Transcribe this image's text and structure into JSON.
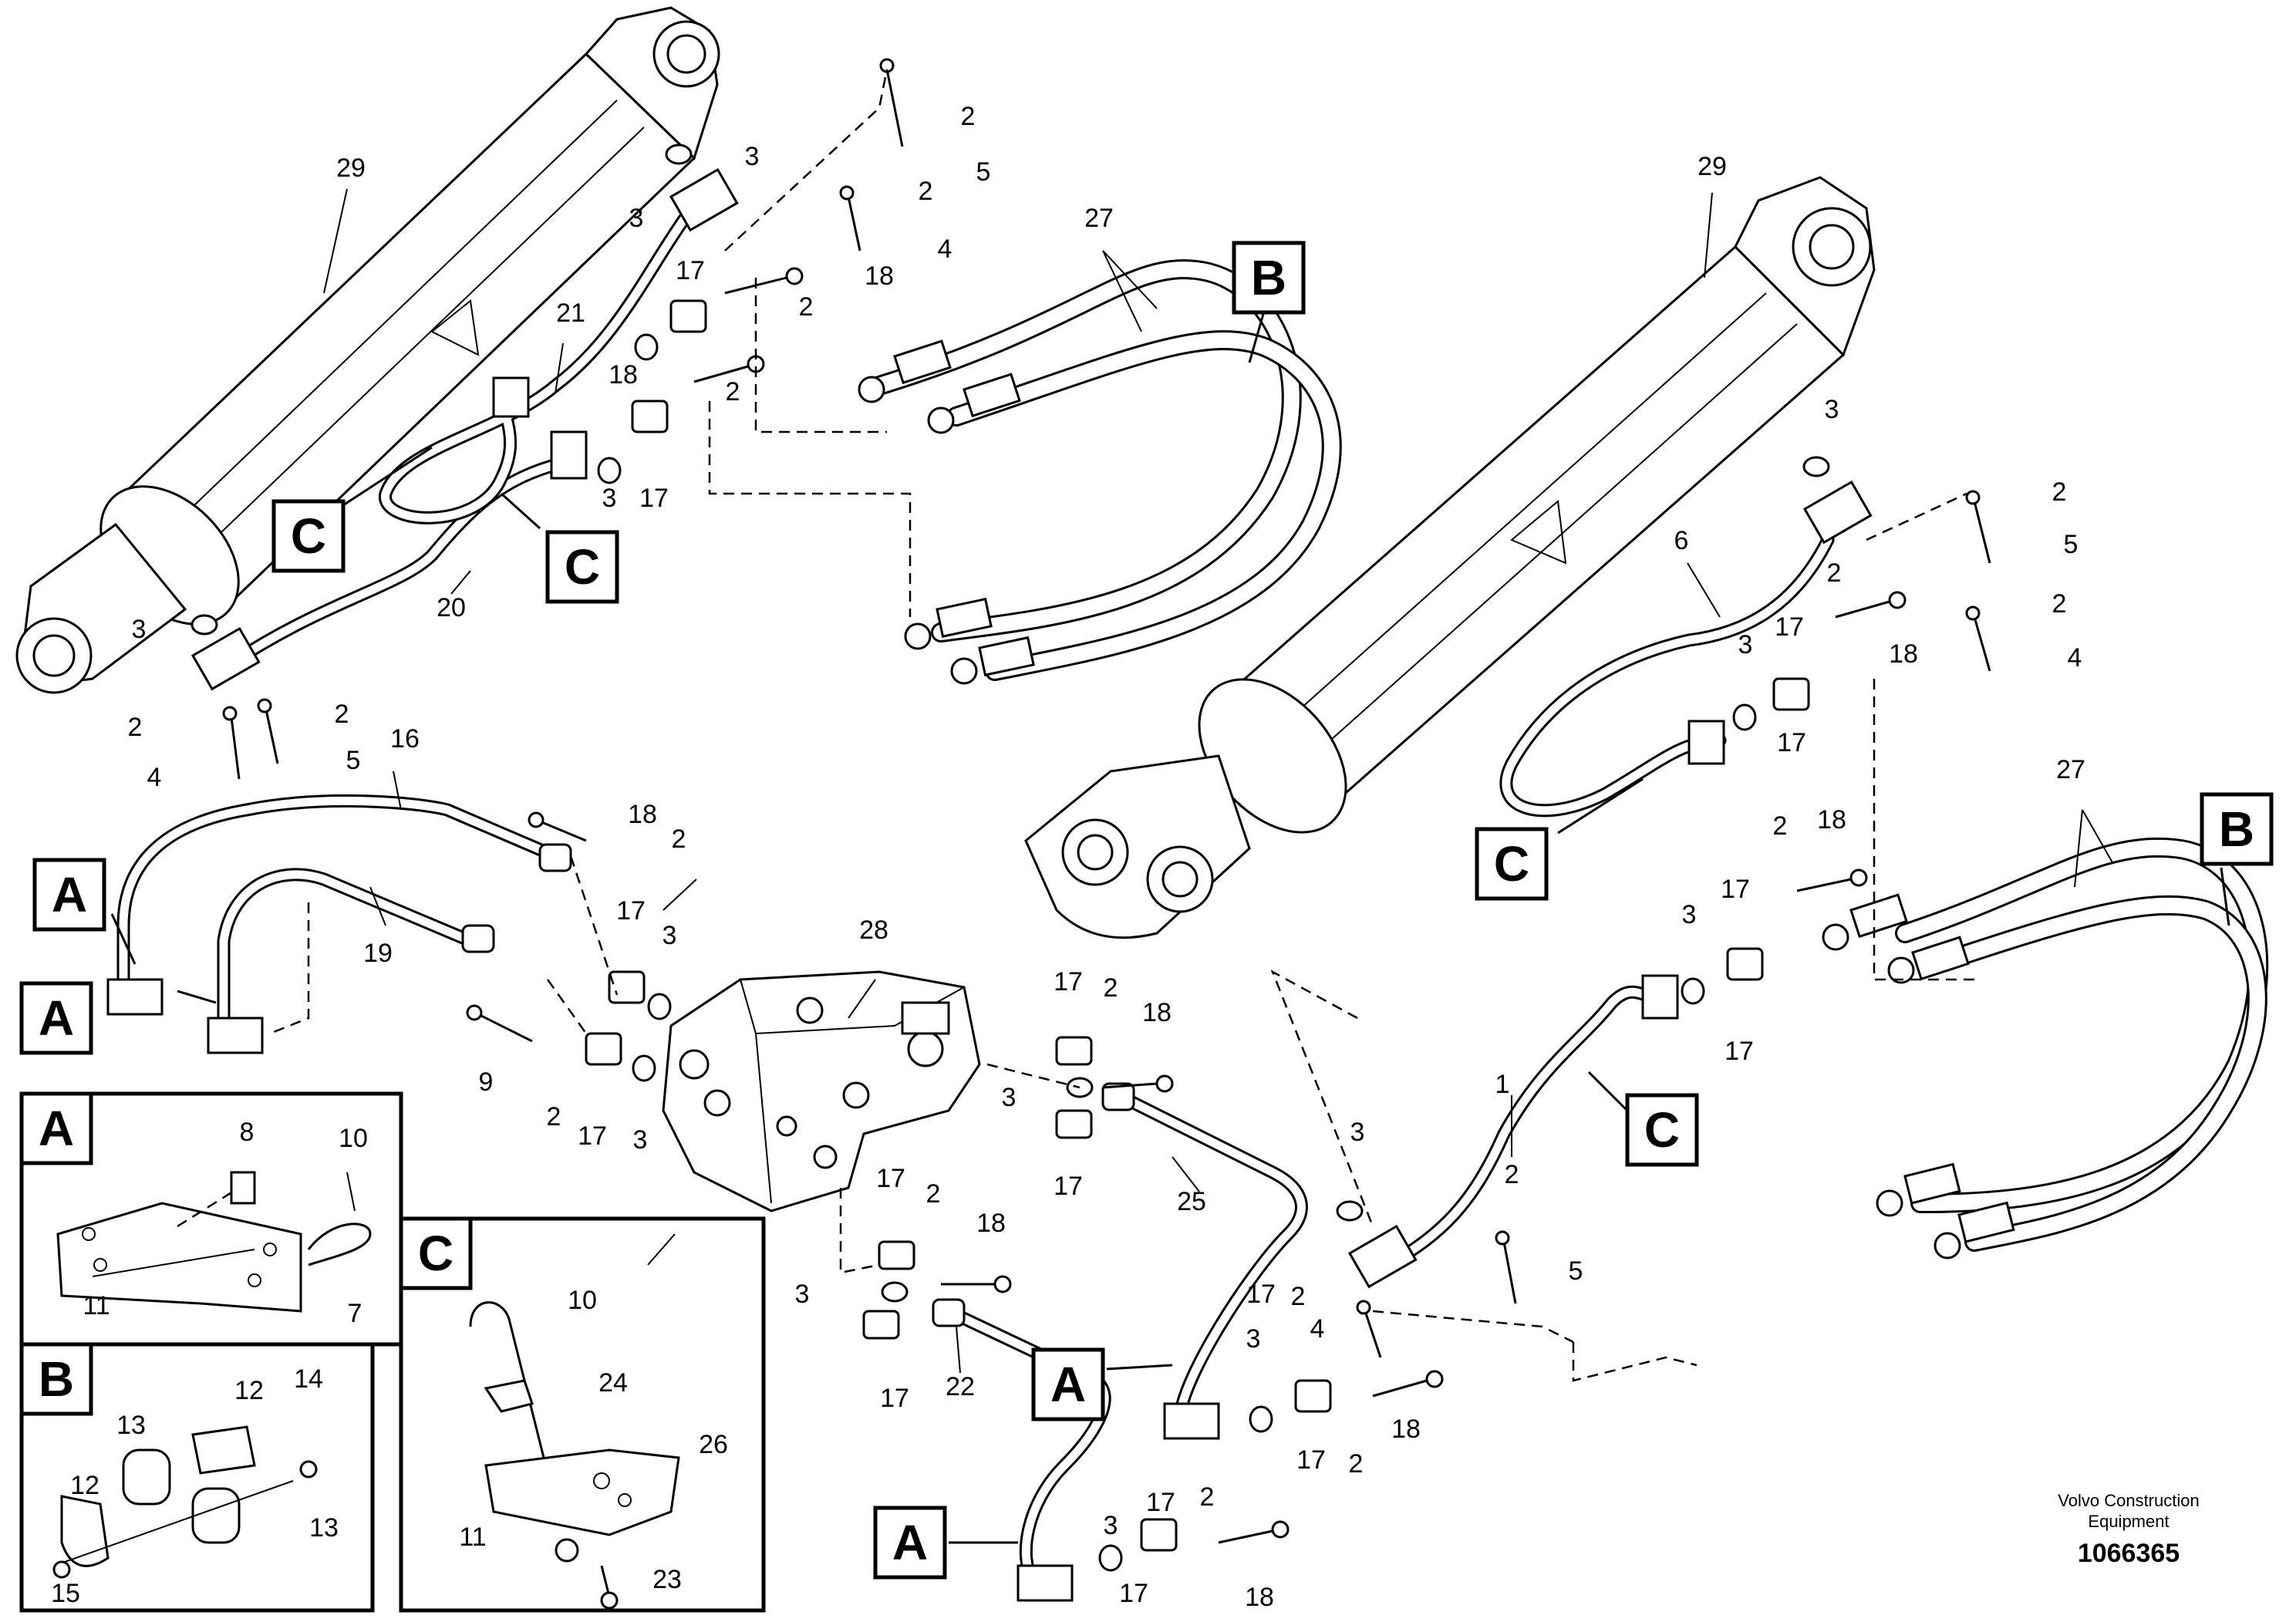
{
  "labels": {
    "n29": "29",
    "n3": "3",
    "n2": "2",
    "n5": "5",
    "n4": "4",
    "n27": "27",
    "n17": "17",
    "n18": "18",
    "n21": "21",
    "n20": "20",
    "n16": "16",
    "n19": "19",
    "n9": "9",
    "n28": "28",
    "n25": "25",
    "n22": "22",
    "n6": "6",
    "n1": "1",
    "n8": "8",
    "n10": "10",
    "n11": "11",
    "n7": "7",
    "n13": "13",
    "n12": "12",
    "n14": "14",
    "n15": "15",
    "n24": "24",
    "n26": "26",
    "n23": "23"
  },
  "view_letters": {
    "a": "A",
    "b": "B",
    "c": "C"
  },
  "footer": {
    "brand_line1": "Volvo Construction",
    "brand_line2": "Equipment",
    "drawing_number": "1066365"
  }
}
